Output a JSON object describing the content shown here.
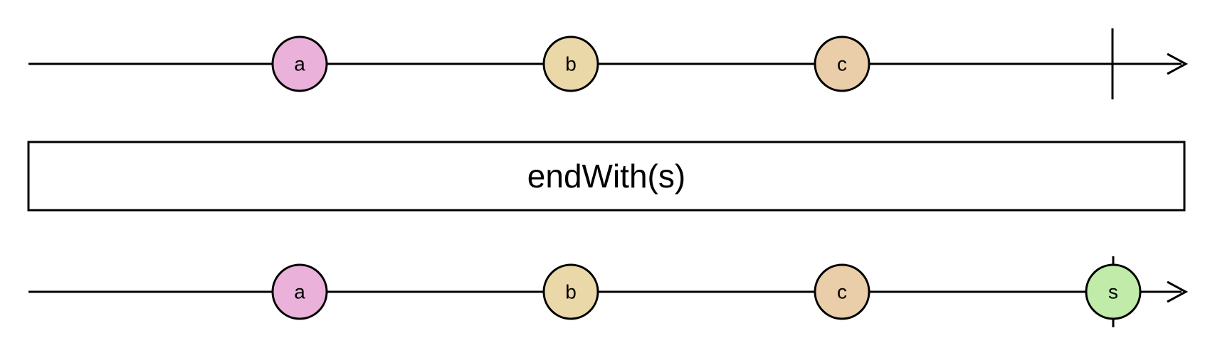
{
  "operator": {
    "label": "endWith(s)"
  },
  "source_stream": {
    "marbles": [
      {
        "label": "a",
        "color": "#EAB1DA"
      },
      {
        "label": "b",
        "color": "#EBD8A8"
      },
      {
        "label": "c",
        "color": "#EACDA9"
      }
    ],
    "completes": true
  },
  "result_stream": {
    "marbles": [
      {
        "label": "a",
        "color": "#EAB1DA"
      },
      {
        "label": "b",
        "color": "#EBD8A8"
      },
      {
        "label": "c",
        "color": "#EACDA9"
      },
      {
        "label": "s",
        "color": "#C0EBA9",
        "completes_with": true
      }
    ],
    "completes": true
  },
  "colors": {
    "stroke": "#000000",
    "background": "#FFFFFF"
  }
}
